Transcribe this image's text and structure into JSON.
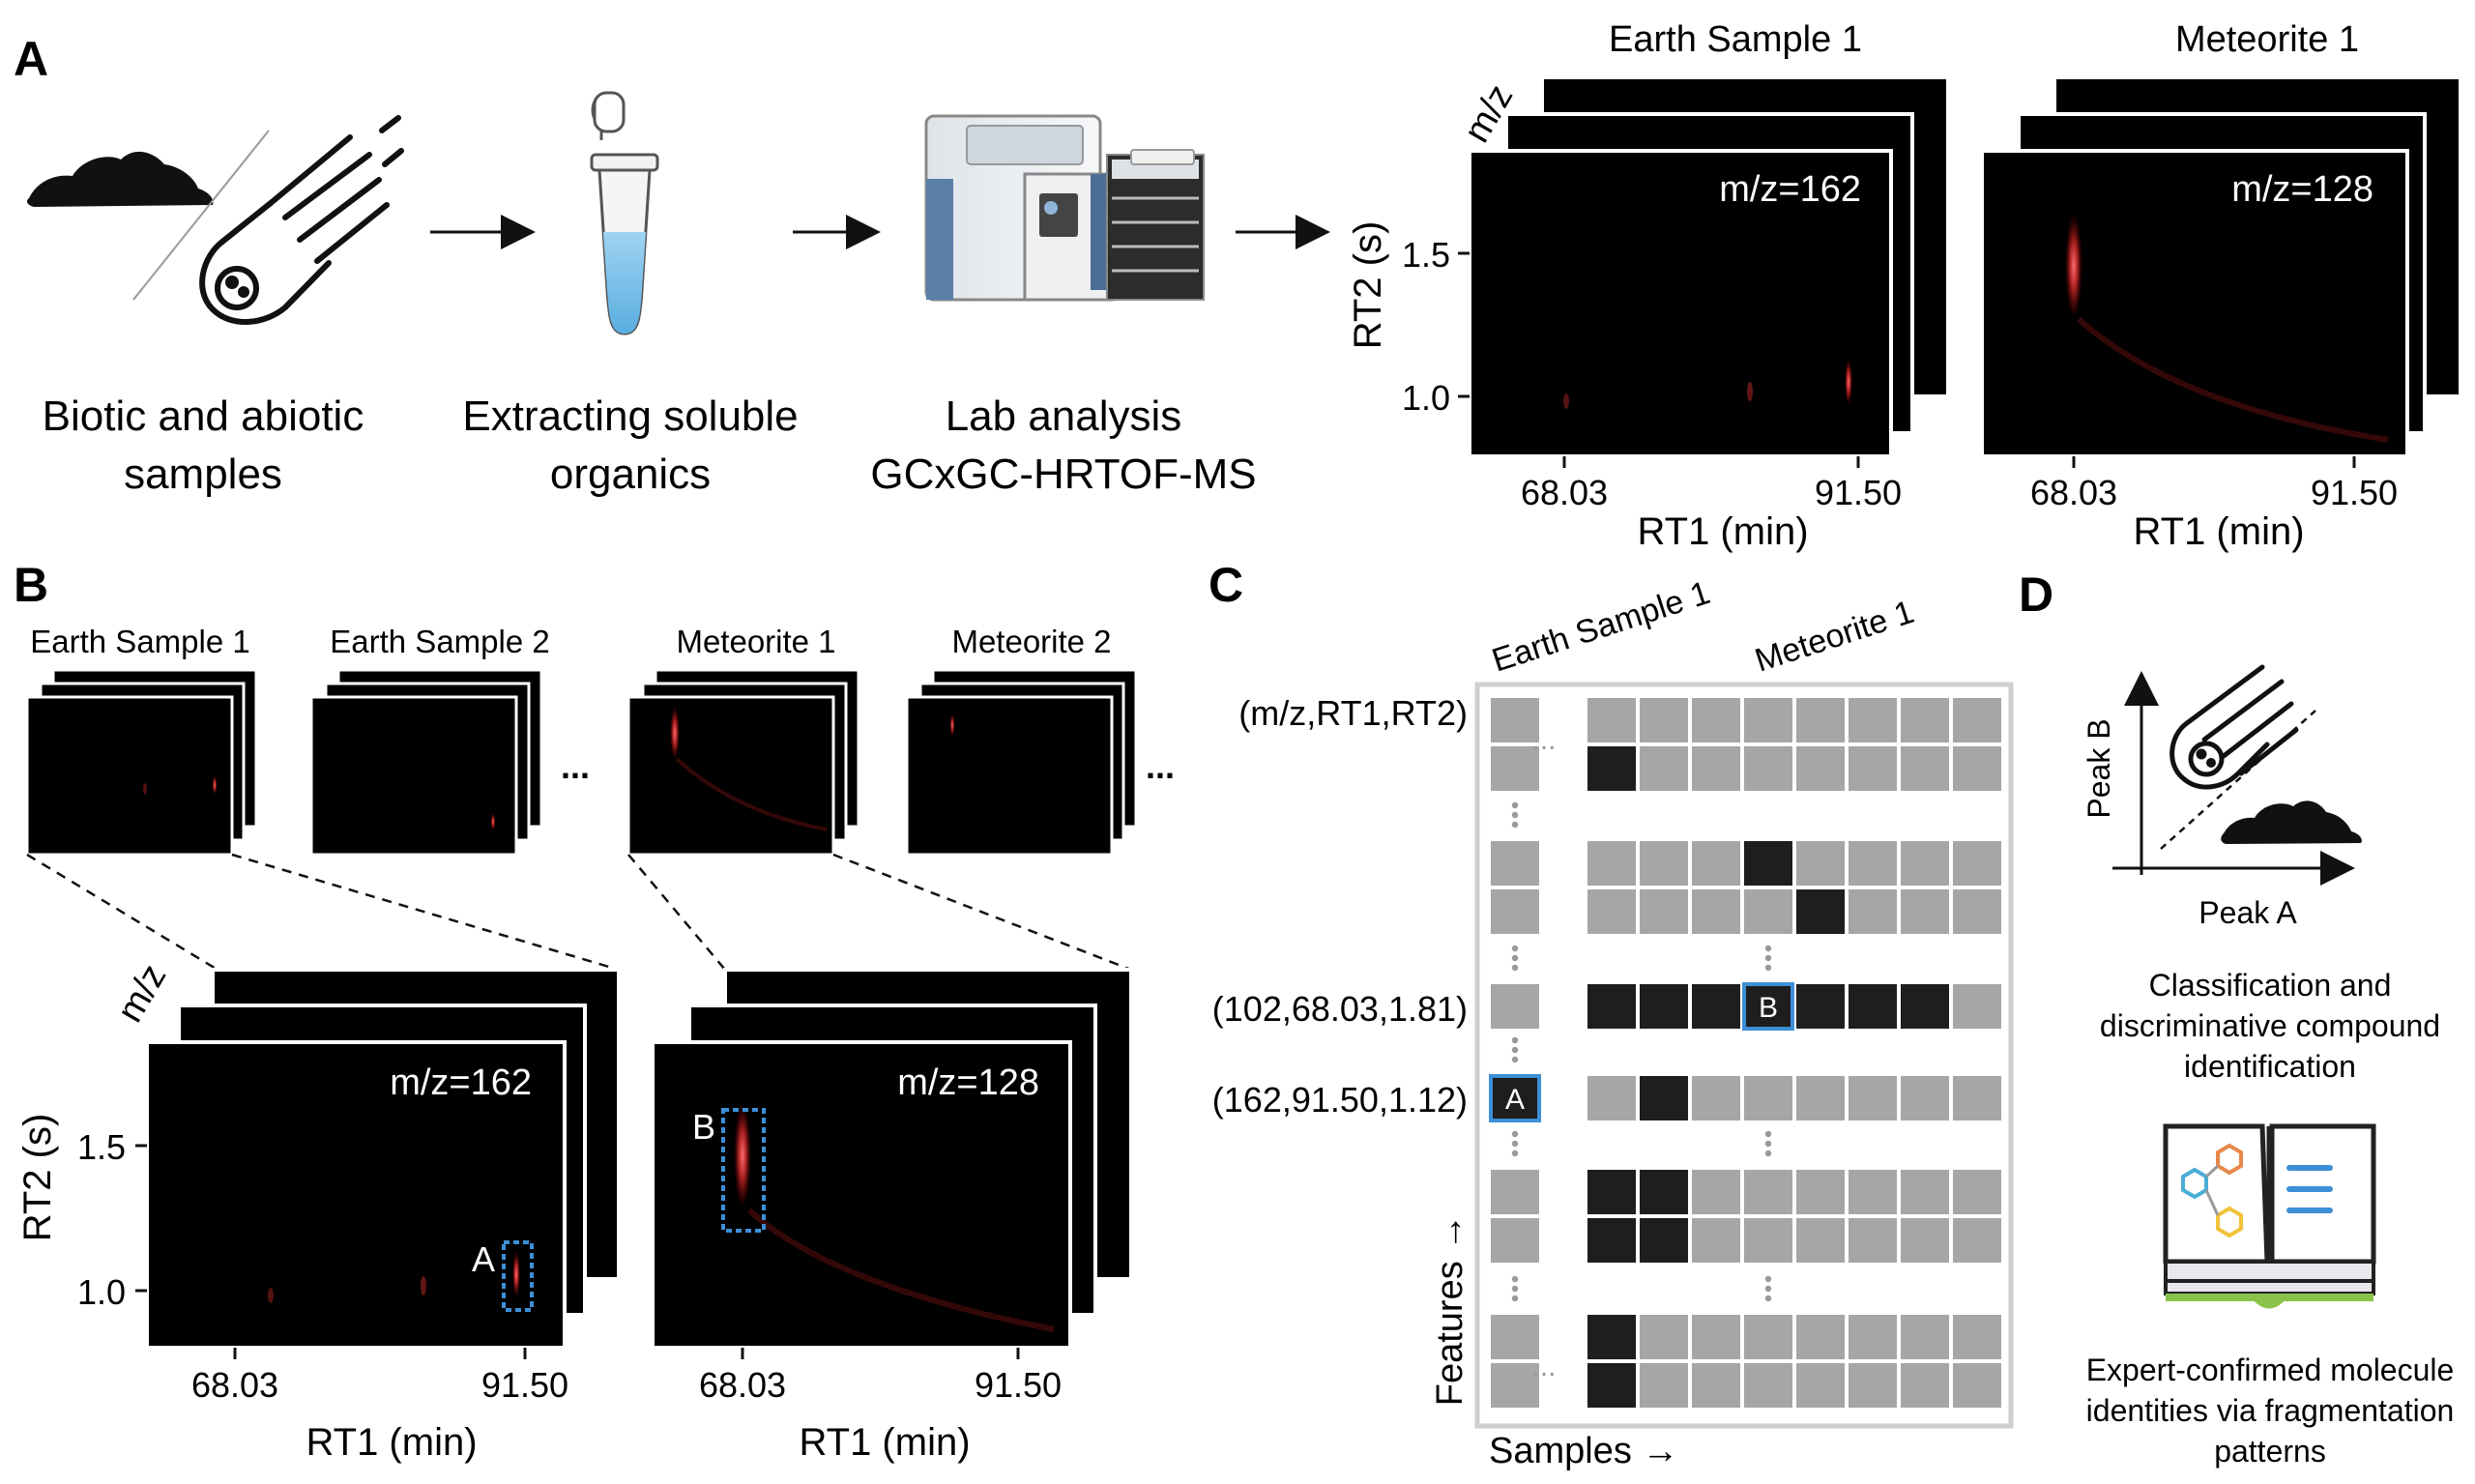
{
  "panels": {
    "a": {
      "label": "A"
    },
    "b": {
      "label": "B"
    },
    "c": {
      "label": "C"
    },
    "d": {
      "label": "D"
    }
  },
  "workflow": {
    "step1": {
      "line1": "Biotic and abiotic",
      "line2": "samples"
    },
    "step2": {
      "line1": "Extracting soluble",
      "line2": "organics"
    },
    "step3": {
      "line1": "Lab analysis",
      "line2": "GCxGC-HRTOF-MS"
    }
  },
  "stack_a_earth": {
    "title": "Earth Sample 1",
    "mz": "m/z=162"
  },
  "stack_a_meteorite": {
    "title": "Meteorite 1",
    "mz": "m/z=128"
  },
  "axes": {
    "mz_label": "m/z",
    "rt2_label": "RT2 (s)",
    "rt1_label": "RT1 (min)",
    "rt2_tick_high": "1.5",
    "rt2_tick_low": "1.0",
    "rt1_tick_left": "68.03",
    "rt1_tick_right": "91.50"
  },
  "panel_b": {
    "samples": [
      "Earth Sample 1",
      "Earth Sample 2",
      "Meteorite 1",
      "Meteorite 2"
    ],
    "ellipsis": "...",
    "left_mz": "m/z=162",
    "right_mz": "m/z=128",
    "peak_a": "A",
    "peak_b": "B"
  },
  "panel_c": {
    "col_earth": "Earth Sample 1",
    "col_meteorite": "Meteorite 1",
    "row_header": "(m/z,RT1,RT2)",
    "row_102": "(102,68.03,1.81)",
    "row_162": "(162,91.50,1.12)",
    "features_axis": "Features →",
    "samples_axis": "Samples →",
    "cell_a": "A",
    "cell_b": "B",
    "ellipsis": "..."
  },
  "panel_d": {
    "peak_b": "Peak B",
    "peak_a": "Peak A",
    "classification": [
      "Classification and",
      "discriminative compound",
      "identification"
    ],
    "expert": [
      "Expert-confirmed molecule",
      "identities via fragmentation",
      "patterns"
    ]
  },
  "colors": {
    "signal_red": "#e63a3a",
    "highlight_blue": "#3d8fd6",
    "cell_grey": "#a6a6a6",
    "cell_dark": "#1e1e1e",
    "book_green": "#8bc34a"
  }
}
